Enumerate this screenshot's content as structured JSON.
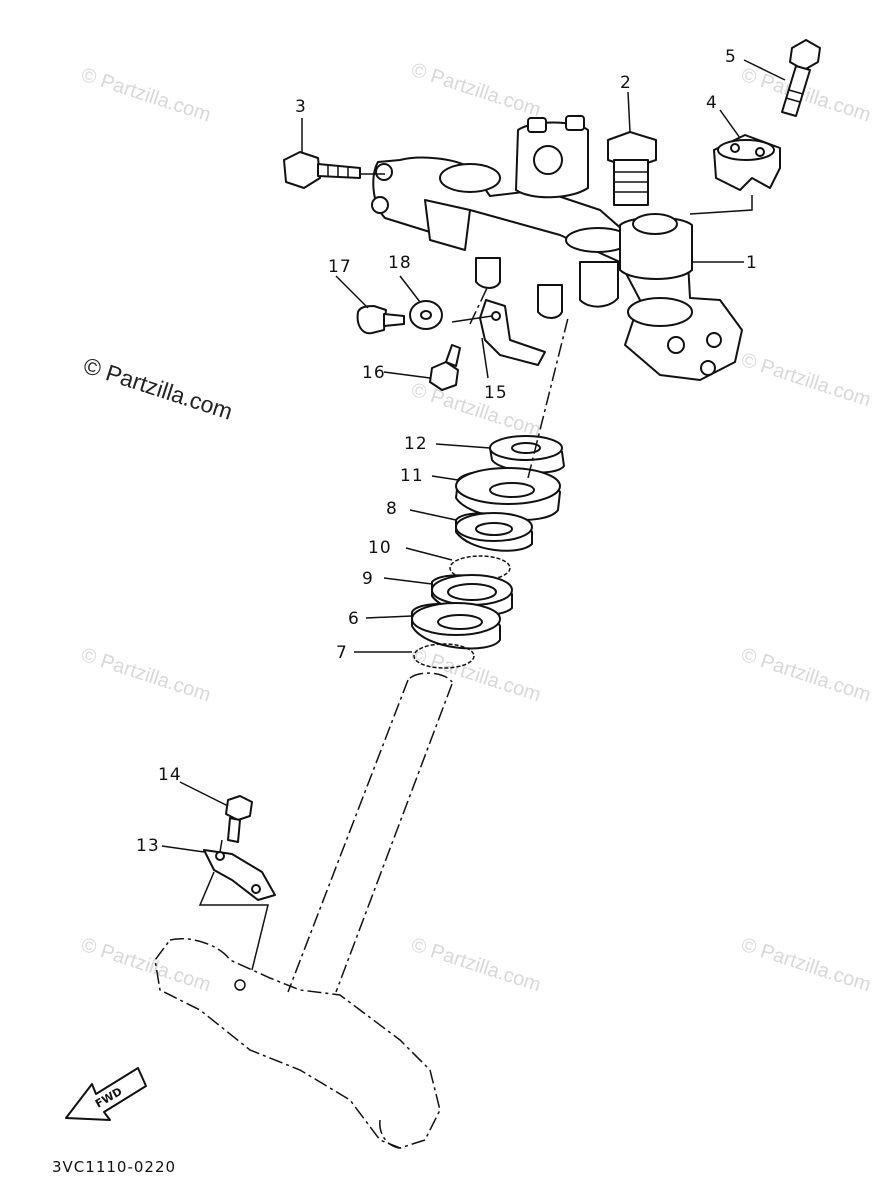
{
  "watermark": {
    "text": "© Partzilla.com"
  },
  "drawing_code": "3VC1110-0220",
  "fwd_label": "FWD",
  "callouts": {
    "c1": "1",
    "c2": "2",
    "c3": "3",
    "c4": "4",
    "c5": "5",
    "c6": "6",
    "c7": "7",
    "c8": "8",
    "c9": "9",
    "c10": "10",
    "c11": "11",
    "c12": "12",
    "c13": "13",
    "c14": "14",
    "c15": "15",
    "c16": "16",
    "c17": "17",
    "c18": "18"
  }
}
